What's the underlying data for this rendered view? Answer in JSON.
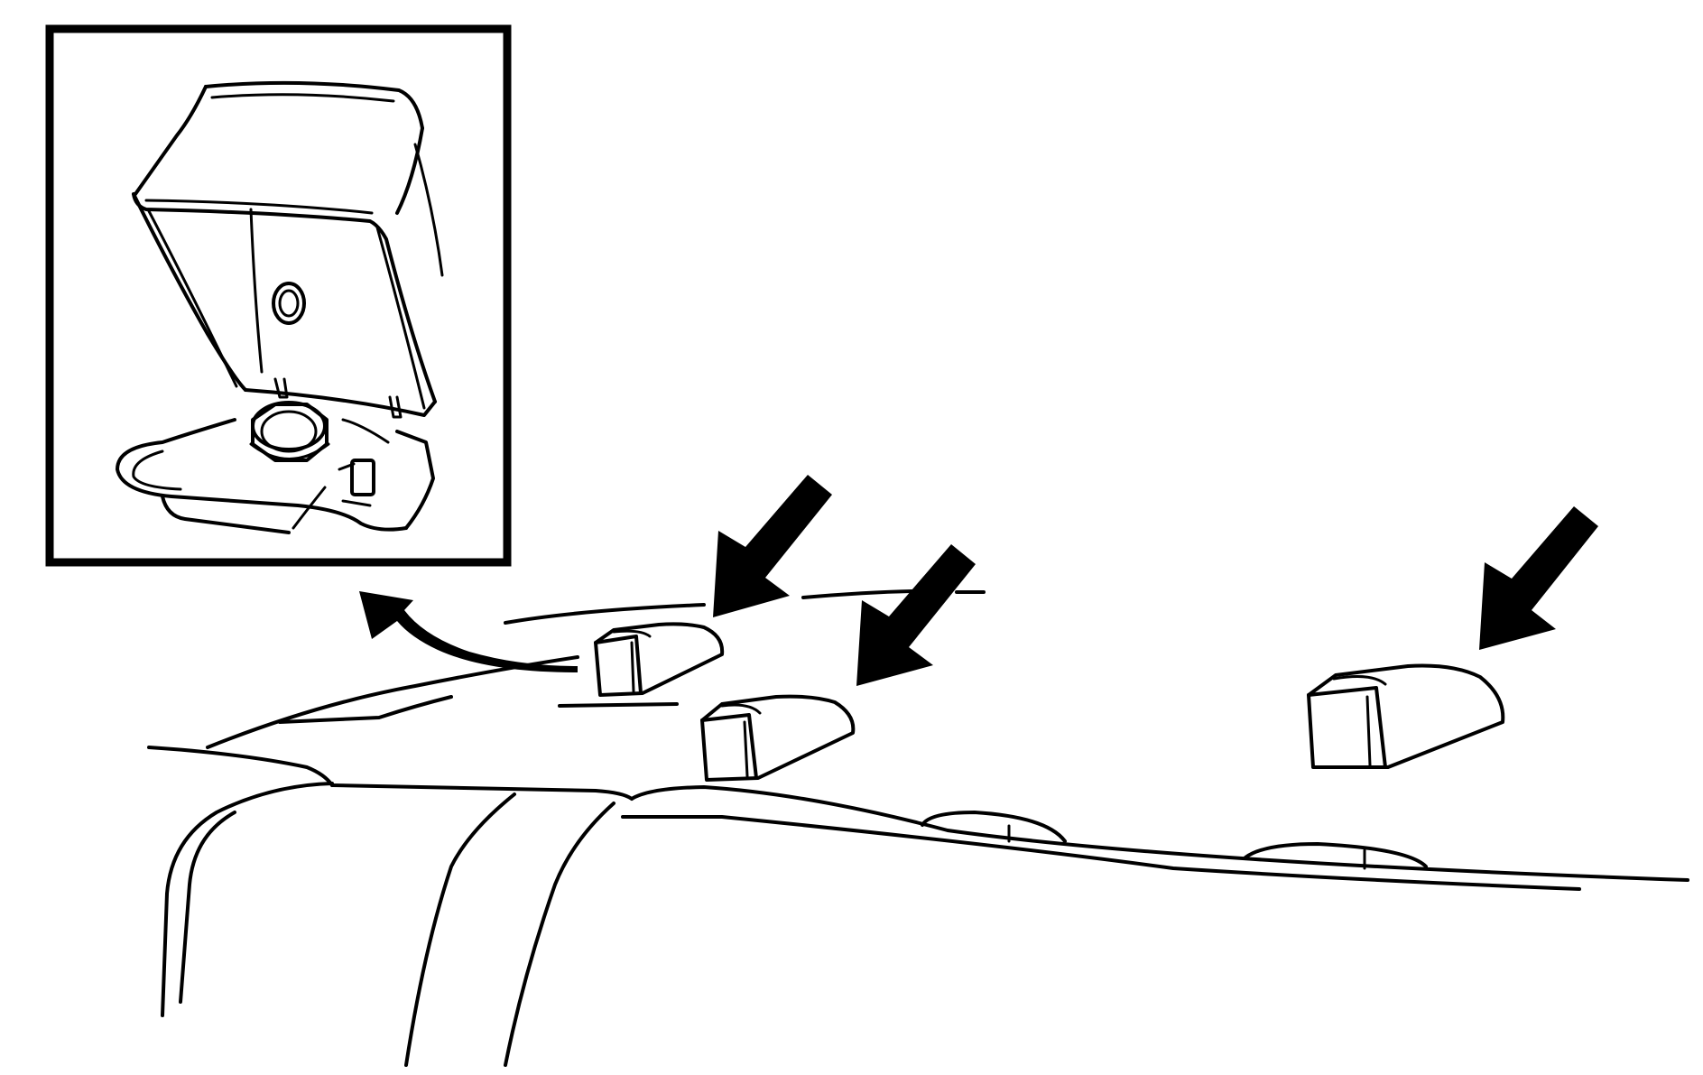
{
  "colors": {
    "line": "#000000",
    "background": "#ffffff"
  },
  "callouts": [
    {
      "name": "arrow-to-cover-1"
    },
    {
      "name": "arrow-to-cover-2"
    },
    {
      "name": "arrow-to-cover-3"
    }
  ]
}
